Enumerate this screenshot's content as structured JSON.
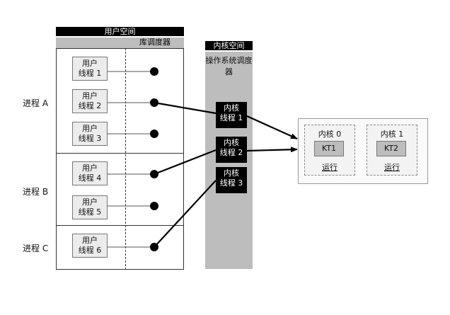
{
  "user_space": {
    "title": "用户空间",
    "scheduler_label": "库调度器"
  },
  "kernel_space": {
    "title": "内核空间",
    "scheduler_label": "操作系统调度器"
  },
  "processes": [
    {
      "label": "进程 A"
    },
    {
      "label": "进程 B"
    },
    {
      "label": "进程 C"
    }
  ],
  "user_threads": [
    {
      "line1": "用户",
      "line2": "线程 1"
    },
    {
      "line1": "用户",
      "line2": "线程 2"
    },
    {
      "line1": "用户",
      "line2": "线程 3"
    },
    {
      "line1": "用户",
      "line2": "线程 4"
    },
    {
      "line1": "用户",
      "line2": "线程 5"
    },
    {
      "line1": "用户",
      "line2": "线程 6"
    }
  ],
  "kernel_threads": [
    {
      "line1": "内核",
      "line2": "线程 1"
    },
    {
      "line1": "内核",
      "line2": "线程 2"
    },
    {
      "line1": "内核",
      "line2": "线程 3"
    }
  ],
  "cores": [
    {
      "title": "内核 0",
      "thread": "KT1",
      "status": "运行"
    },
    {
      "title": "内核 1",
      "thread": "KT2",
      "status": "运行"
    }
  ]
}
